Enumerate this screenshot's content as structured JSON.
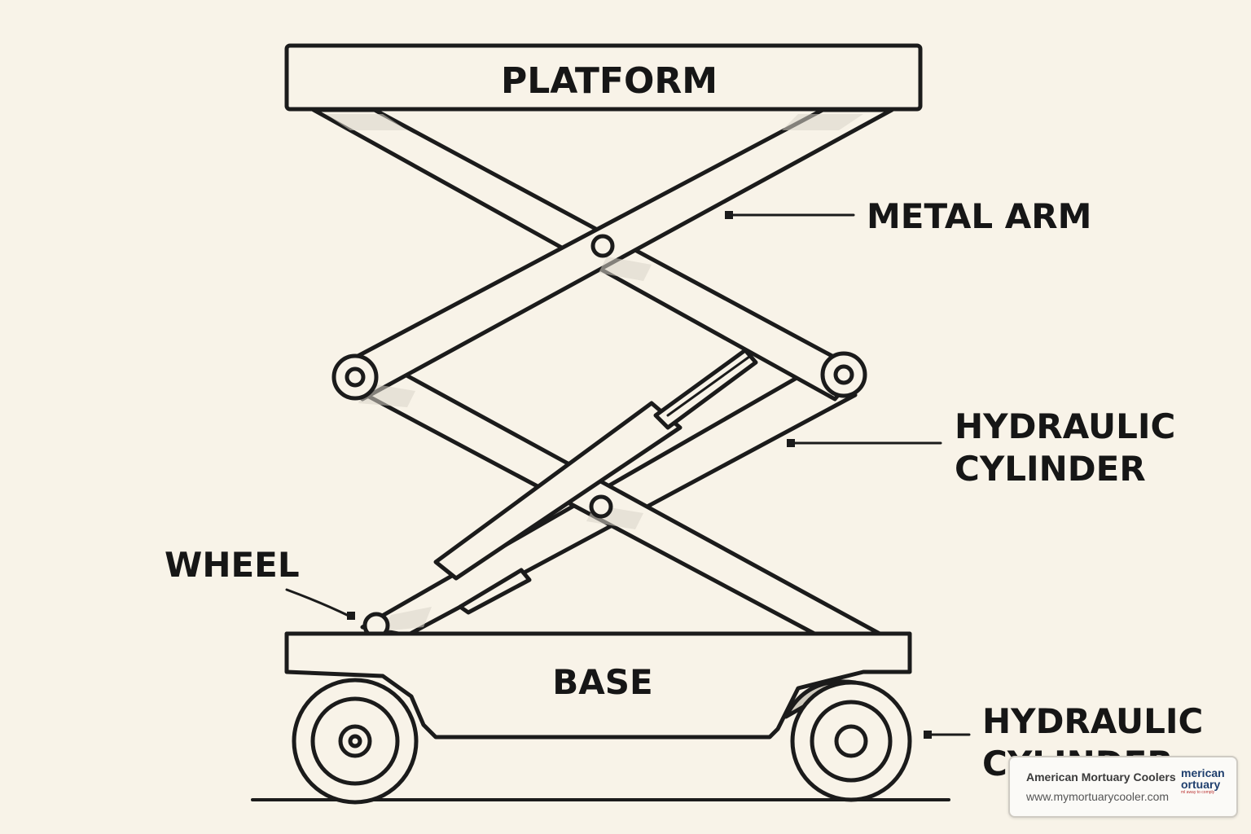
{
  "labels": {
    "platform": "PLATFORM",
    "base": "BASE",
    "metal_arm": "METAL ARM",
    "hydraulic_cylinder_1_line1": "HYDRAULIC",
    "hydraulic_cylinder_1_line2": "CYLINDER",
    "wheel": "WHEEL",
    "hydraulic_cylinder_2_line1": "HYDRAULIC",
    "hydraulic_cylinder_2_line2": "CYLINDER"
  },
  "watermark": {
    "company": "American Mortuary Coolers",
    "url": "www.mymortuarycooler.com",
    "logo_line1": "merican",
    "logo_line2": "ortuary",
    "logo_tagline": "ml away to comply"
  },
  "colors": {
    "background": "#f8f3e8",
    "ink": "#1b1b1b"
  }
}
